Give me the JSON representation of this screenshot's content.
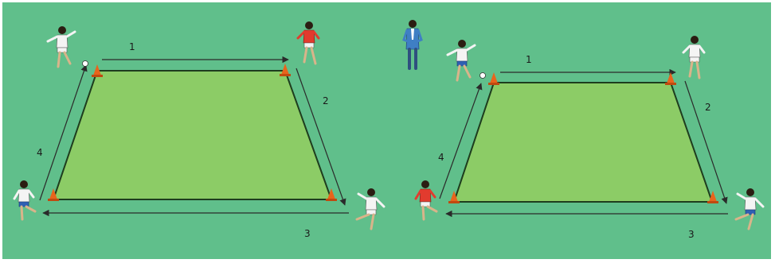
{
  "colors": {
    "pitch": "#60bf8b",
    "field": "#8ccc66",
    "field_edge": "#1e3d1e",
    "arrow": "#2a2a2a",
    "cone": "#e8641c",
    "shirt_red": "#e23b2e",
    "shirt_white": "#f4f4f4",
    "shorts_blue": "#2f5fb3",
    "coach_blue": "#3f7fc4"
  },
  "left_drill": {
    "labels": [
      "1",
      "2",
      "3",
      "4"
    ]
  },
  "right_drill": {
    "labels": [
      "1",
      "2",
      "3",
      "4"
    ]
  },
  "icons": [
    "player-icon",
    "ball-icon",
    "cone-icon",
    "coach-icon",
    "arrow-icon"
  ]
}
